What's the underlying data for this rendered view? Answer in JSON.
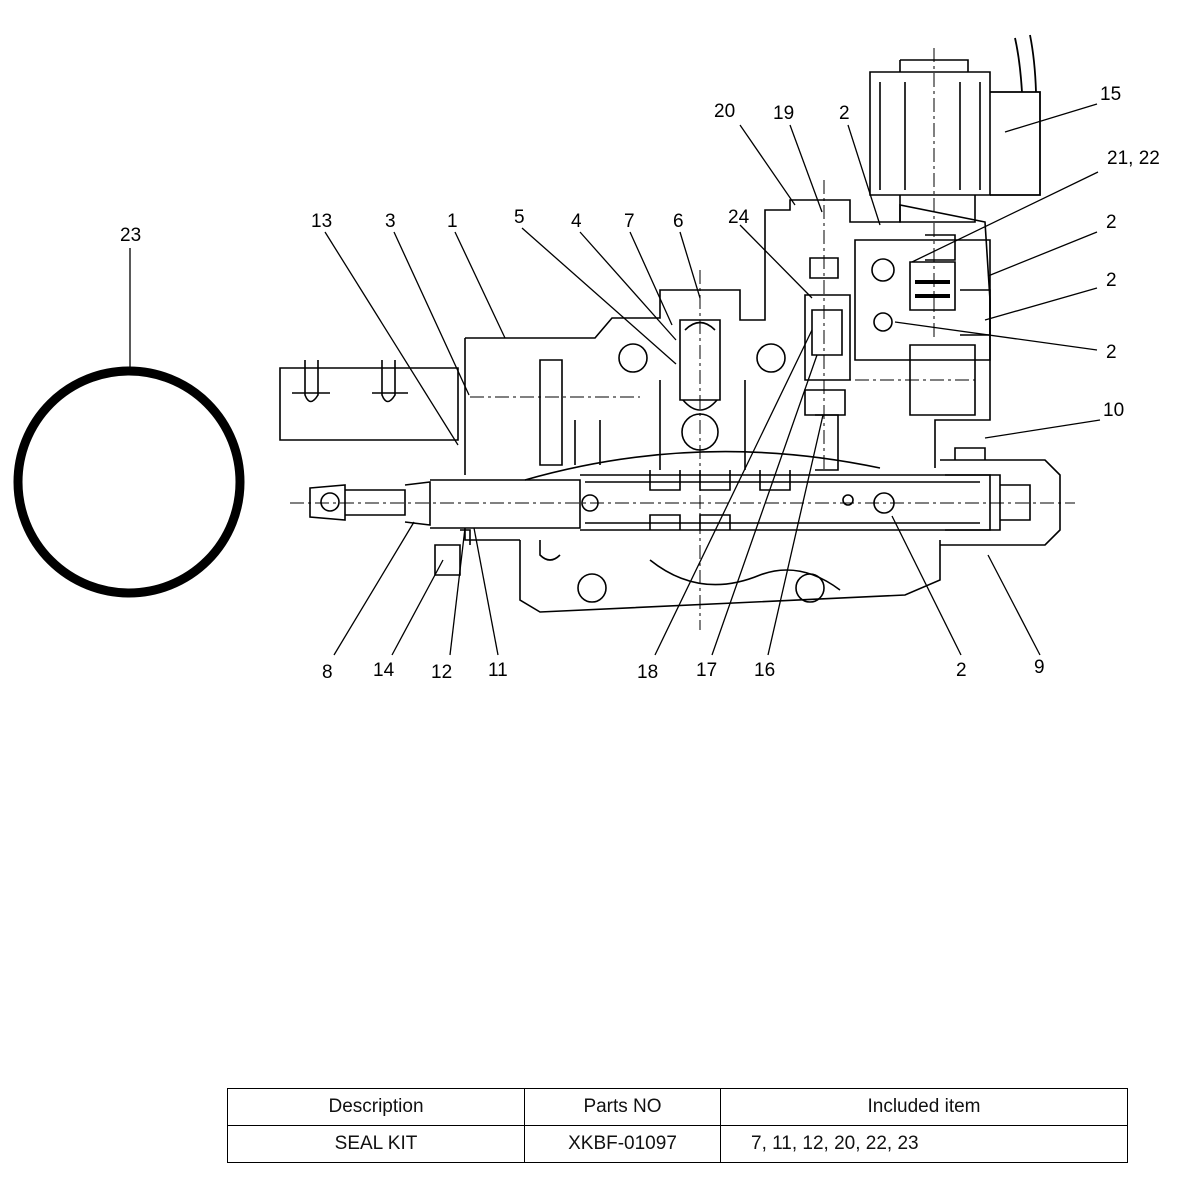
{
  "diagram": {
    "callouts": {
      "c1": "1",
      "c2a": "2",
      "c2b": "2",
      "c2c": "2",
      "c2d": "2",
      "c2e": "2",
      "c3": "3",
      "c4": "4",
      "c5": "5",
      "c6": "6",
      "c7": "7",
      "c8": "8",
      "c9": "9",
      "c10": "10",
      "c11": "11",
      "c12": "12",
      "c13": "13",
      "c14": "14",
      "c15": "15",
      "c16": "16",
      "c17": "17",
      "c18": "18",
      "c19": "19",
      "c20": "20",
      "c21_22": "21, 22",
      "c23": "23",
      "c24": "24"
    }
  },
  "table": {
    "headers": [
      "Description",
      "Parts NO",
      "Included item"
    ],
    "rows": [
      [
        "SEAL KIT",
        "XKBF-01097",
        "7, 11, 12, 20, 22, 23"
      ]
    ]
  }
}
